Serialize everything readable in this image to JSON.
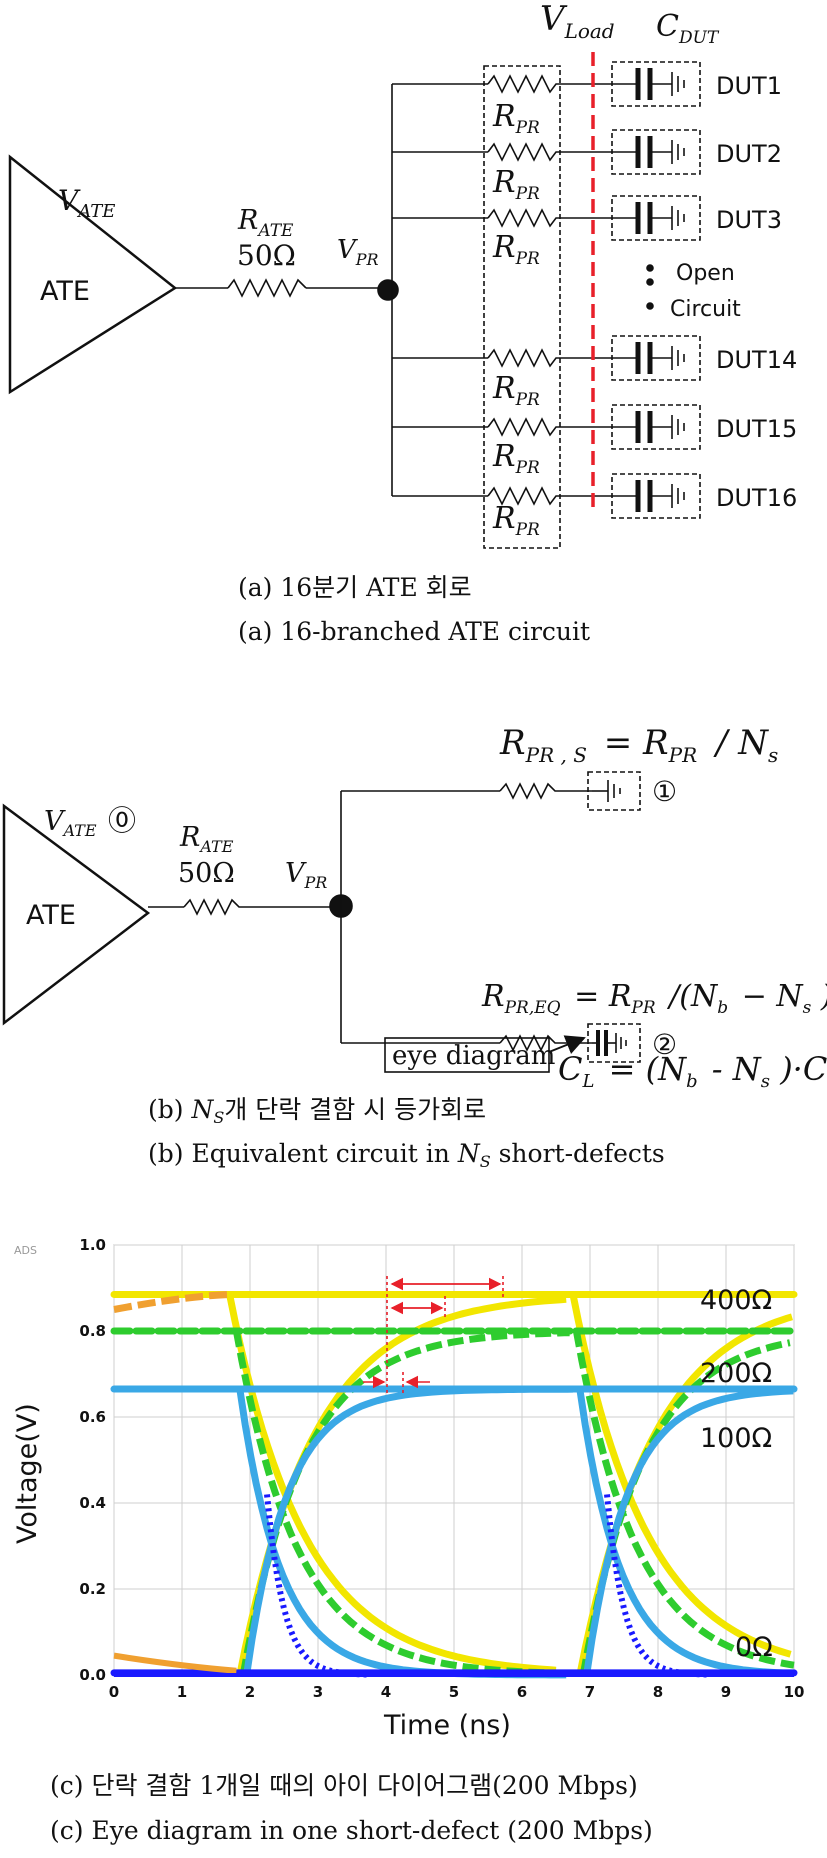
{
  "figure_a": {
    "ate_label": "ATE",
    "v_ate": "V",
    "v_ate_sub": "ATE",
    "r_ate": "R",
    "r_ate_sub": "ATE",
    "r_ate_value": "50Ω",
    "v_pr": "V",
    "v_pr_sub": "PR",
    "v_load": "V",
    "v_load_sub": "Load",
    "c_dut": "C",
    "c_dut_sub": "DUT",
    "r_pr": "R",
    "r_pr_sub": "PR",
    "duts": [
      "DUT1",
      "DUT2",
      "DUT3",
      "DUT14",
      "DUT15",
      "DUT16"
    ],
    "open_circuit": [
      "Open",
      "Circuit"
    ],
    "caption_kr": "(a) 16분기 ATE 회로",
    "caption_en": "(a) 16-branched ATE circuit"
  },
  "figure_b": {
    "ate_label": "ATE",
    "node0": "⓪",
    "node1": "①",
    "node2": "②",
    "eq1_lhs": "R",
    "eq1_lhs_sub": "PR , S",
    "eq1_rhs": "= R",
    "eq1_rhs_sub": "PR",
    "eq1_tail": "/ N",
    "eq1_tail_sub": "s",
    "eq2_lhs": "R",
    "eq2_lhs_sub": "PR,EQ",
    "eq2_rhs": "= R",
    "eq2_rhs_sub": "PR",
    "eq2_tail": "/(N",
    "eq2_tail_sub": "b",
    "eq2_end": "− N",
    "eq2_end_sub": "s",
    "eq2_close": ")",
    "eq3_lhs": "C",
    "eq3_lhs_sub": "L",
    "eq3_rhs": "= (N",
    "eq3_rhs_sub": "b",
    "eq3_mid": "- N",
    "eq3_mid_sub": "s",
    "eq3_tail": ")·C",
    "eye_box": "eye diagram",
    "caption_kr_pre": "(b) ",
    "caption_kr_ns": "N",
    "caption_kr_ns_sub": "S",
    "caption_kr_post": "개 단락 결함 시 등가회로",
    "caption_en_pre": "(b) Equivalent circuit in ",
    "caption_en_ns": "N",
    "caption_en_ns_sub": "S",
    "caption_en_post": " short-defects"
  },
  "chart_data": {
    "type": "line",
    "title": "",
    "watermark": "ADS",
    "xlabel": "Time (ns)",
    "ylabel": "Voltage(V)",
    "xlim": [
      0,
      10
    ],
    "ylim": [
      0,
      1.0
    ],
    "xticks": [
      "0",
      "1",
      "2",
      "3",
      "4",
      "5",
      "6",
      "7",
      "8",
      "9",
      "10"
    ],
    "yticks": [
      "0.0",
      "0.2",
      "0.4",
      "0.6",
      "0.8",
      "1.0"
    ],
    "grid": true,
    "annotations": [
      "400Ω",
      "200Ω",
      "100Ω",
      "0Ω"
    ],
    "series": [
      {
        "name": "400Ω",
        "color": "#f2e600",
        "high": 0.885,
        "low": 0.0,
        "tau": 1.1,
        "fall": [
          1.7,
          6.75
        ],
        "rise": [
          1.85,
          6.85
        ]
      },
      {
        "name": "200Ω",
        "color": "#2ecc2e",
        "high": 0.8,
        "low": 0.0,
        "tau": 0.9,
        "fall": [
          1.8,
          6.8
        ],
        "rise": [
          1.9,
          6.9
        ]
      },
      {
        "name": "100Ω",
        "color": "#3aa8e6",
        "high": 0.665,
        "low": 0.0,
        "tau": 0.6,
        "fall": [
          1.85,
          6.85
        ],
        "rise": [
          1.95,
          6.95
        ]
      },
      {
        "name": "0Ω",
        "color": "#1a1aff",
        "high": 0.005,
        "low": 0.0,
        "tau": 0.5,
        "fall": [
          1.9,
          6.9
        ],
        "rise": [
          2.0,
          7.0
        ]
      }
    ],
    "caption_kr": "(c) 단락 결함 1개일 때의 아이 다이어그램(200 Mbps)",
    "caption_en": "(c) Eye diagram in one short-defect (200 Mbps)"
  },
  "colors": {
    "red_dash": "#e8202a",
    "arrow": "#e8202a",
    "ink": "#111111"
  }
}
